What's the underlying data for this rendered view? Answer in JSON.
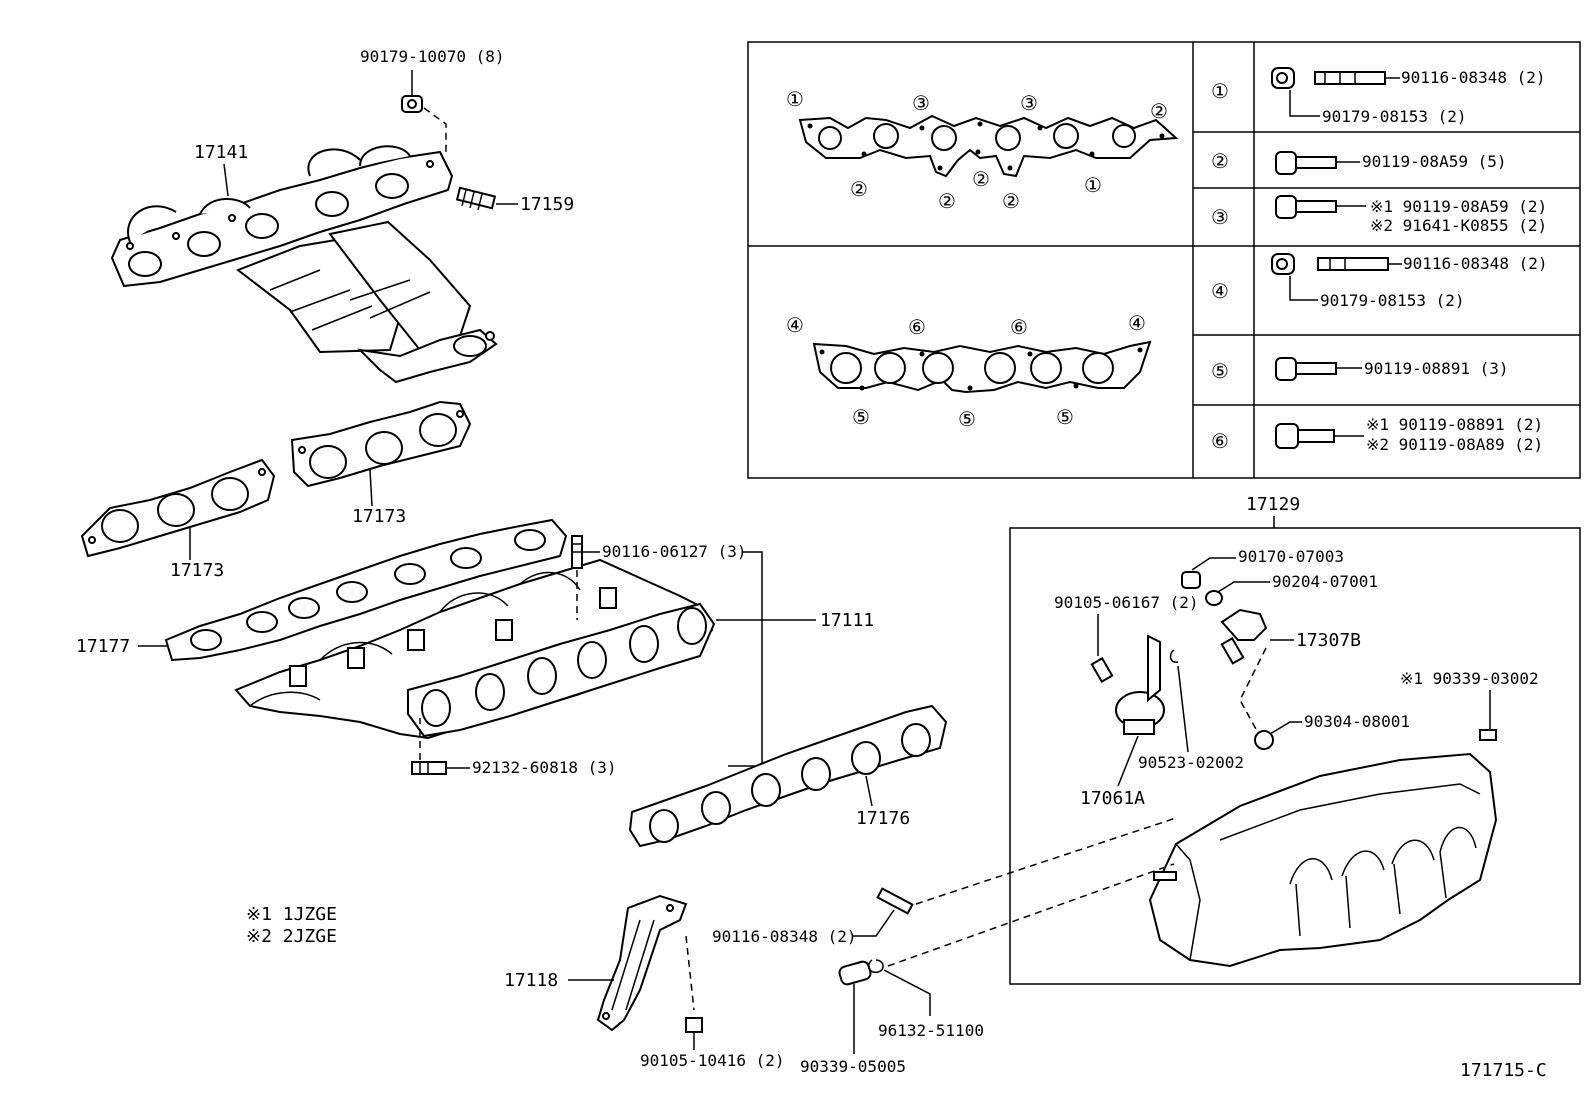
{
  "labels": {
    "nut_top": "90179-10070 (8)",
    "ex_manifold": "17141",
    "stud_ex": "17159",
    "gasket_a": "17173",
    "gasket_b": "17173",
    "gasket_c": "17177",
    "stud_top": "90116-06127 (3)",
    "in_manifold": "17111",
    "stud_bottom": "92132-60818 (3)",
    "gasket_d": "17176",
    "stay": "17118",
    "bolt_stay": "90105-10416 (2)",
    "stud_plenum": "90116-08348 (2)",
    "hose": "90339-05005",
    "clamp": "96132-51100",
    "assembly": "17129",
    "nut_vsv": "90170-07003",
    "washer_vsv": "90204-07001",
    "bolt_vsv": "90105-06167 (2)",
    "bracket": "17307B",
    "plug_note": "※1 90339-03002",
    "grommet": "90304-08001",
    "clamp2": "90523-02002",
    "actuator": "17061A",
    "legend1": "※1 1JZGE",
    "legend2": "※2 2JZGE",
    "figure_code": "171715-C"
  },
  "table": {
    "upper_marks": [
      "①",
      "③",
      "③",
      "②",
      "②",
      "②",
      "②",
      "②",
      "①"
    ],
    "lower_marks": [
      "④",
      "⑥",
      "⑥",
      "④",
      "⑤",
      "⑤",
      "⑤"
    ],
    "rows": [
      {
        "mark": "①",
        "lines": [
          "90116-08348 (2)",
          "90179-08153 (2)"
        ]
      },
      {
        "mark": "②",
        "lines": [
          "90119-08A59 (5)"
        ]
      },
      {
        "mark": "③",
        "lines": [
          "※1 90119-08A59 (2)",
          "※2 91641-K0855 (2)"
        ]
      },
      {
        "mark": "④",
        "lines": [
          "90116-08348 (2)",
          "90179-08153 (2)"
        ]
      },
      {
        "mark": "⑤",
        "lines": [
          "90119-08891 (3)"
        ]
      },
      {
        "mark": "⑥",
        "lines": [
          "※1 90119-08891 (2)",
          "※2 90119-08A89 (2)"
        ]
      }
    ]
  }
}
